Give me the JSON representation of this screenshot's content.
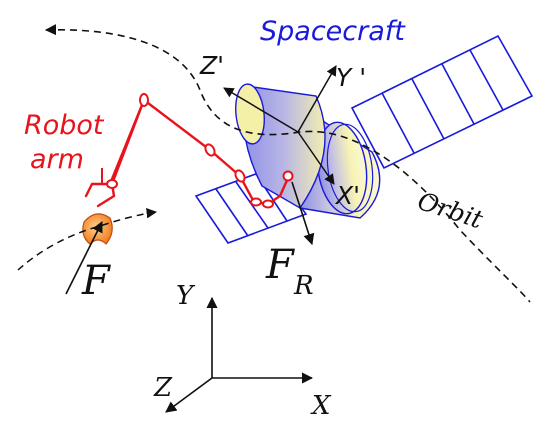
{
  "labels": {
    "spacecraft": "Spacecraft",
    "robot_line1": "Robot",
    "robot_line2": "arm",
    "orbit": "Orbit",
    "z_prime": "Z'",
    "y_prime": "Y '",
    "x_prime": "X'",
    "force_f": "F",
    "force_fr_main": "F",
    "force_fr_sub": "R",
    "world_y": "Y",
    "world_z": "Z",
    "world_x": "X"
  },
  "colors": {
    "spacecraft_label": "#1a1adb",
    "robot_label": "#e8141c",
    "robot_arm": "#e8141c",
    "panel_stroke": "#1a1adb",
    "body_fill_light": "#f7f3b5",
    "body_fill_dark": "#8f90e6",
    "target_fill": "#f07a1c",
    "ink": "#111111"
  }
}
